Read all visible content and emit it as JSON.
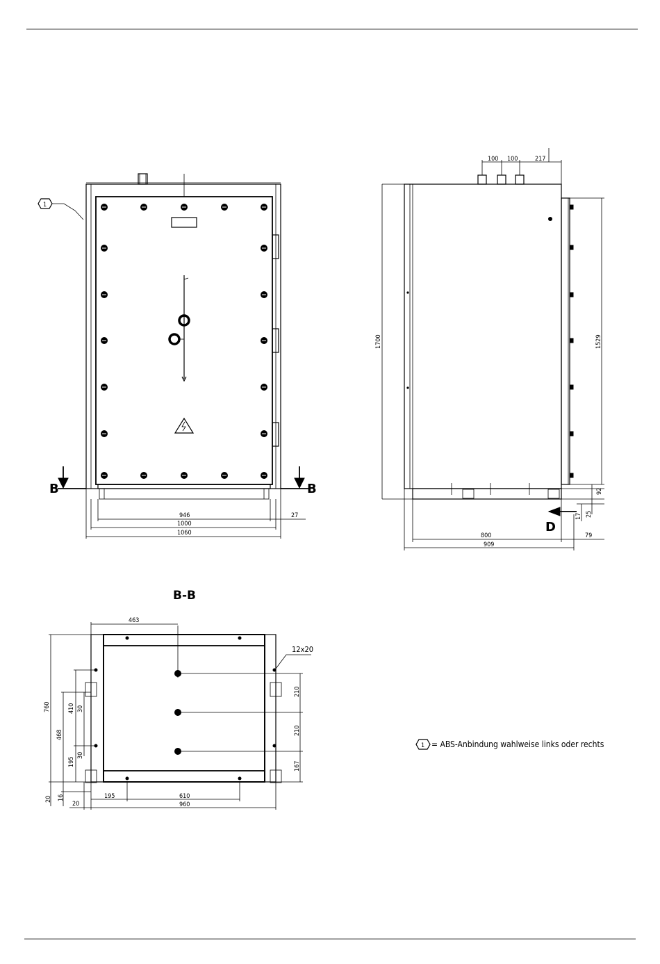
{
  "front_view": {
    "section_marker_left": "B",
    "section_marker_right": "B",
    "callout_number": "1",
    "dim_inner_width": "946",
    "dim_width_1000": "1000",
    "dim_overall_width": "1060",
    "dim_side_27": "27"
  },
  "side_view": {
    "dim_gland_spacing_1": "100",
    "dim_gland_spacing_2": "100",
    "dim_gland_offset": "217",
    "dim_total_height": "1700",
    "dim_door_height": "1529",
    "dim_depth_800": "800",
    "dim_depth_909": "909",
    "dim_79": "79",
    "dim_92": "92",
    "dim_17": "17",
    "dim_25": "25",
    "view_marker": "D"
  },
  "section_bb": {
    "title": "B-B",
    "dim_463": "463",
    "dim_hole": "12x20",
    "dim_760": "760",
    "dim_468": "468",
    "dim_410": "410",
    "dim_30_upper": "30",
    "dim_30_lower": "30",
    "dim_195_vert": "195",
    "dim_16": "16",
    "dim_20_vert": "20",
    "dim_20_horiz": "20",
    "dim_195_horiz": "195",
    "dim_610": "610",
    "dim_960": "960",
    "dim_210_upper": "210",
    "dim_210_lower": "210",
    "dim_167": "167"
  },
  "legend": {
    "callout_number": "1",
    "text": "= ABS-Anbindung wahlweise links oder rechts"
  }
}
